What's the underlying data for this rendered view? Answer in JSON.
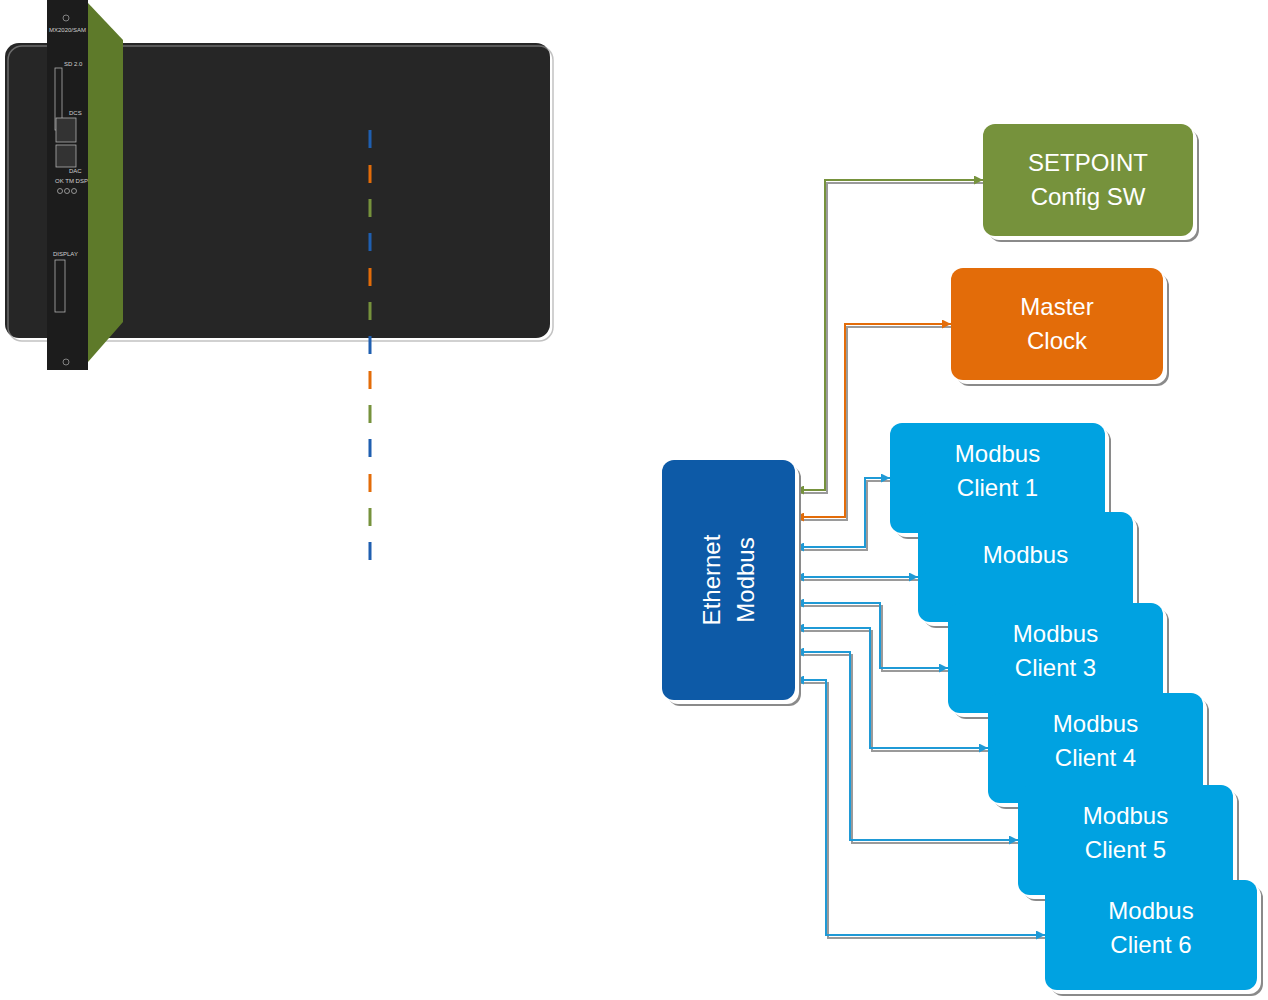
{
  "diagram": {
    "nodes": [
      {
        "text": [
          "SETPOINT Config SW"
        ]
      },
      {
        "text": [
          "Master Clock"
        ]
      },
      {
        "text": [
          "Ethernet Modbus"
        ]
      },
      {
        "text": [
          "Modbus Client 1"
        ]
      },
      {
        "text": [
          "Modbus"
        ]
      },
      {
        "text": [
          "Modbus Client 3"
        ]
      },
      {
        "text": [
          "Modbus Client 4"
        ]
      },
      {
        "text": [
          "Modbus Client 5"
        ]
      },
      {
        "text": [
          "Modbus Client 6"
        ]
      }
    ],
    "edges": [
      {
        "from": 2,
        "to": 0,
        "arrow": "both"
      },
      {
        "from": 2,
        "to": 1,
        "arrow": "both"
      },
      {
        "from": 2,
        "to": 3,
        "arrow": "both"
      },
      {
        "from": 2,
        "to": 4,
        "arrow": "both"
      },
      {
        "from": 2,
        "to": 5,
        "arrow": "both"
      },
      {
        "from": 2,
        "to": 6,
        "arrow": "both"
      },
      {
        "from": 2,
        "to": 7,
        "arrow": "both"
      },
      {
        "from": 2,
        "to": 8,
        "arrow": "both"
      }
    ],
    "labels": [
      "MX2020/SAM",
      "SD 2.0",
      "DCS",
      "DAC",
      "OK TM DSP",
      "DISPLAY"
    ]
  }
}
